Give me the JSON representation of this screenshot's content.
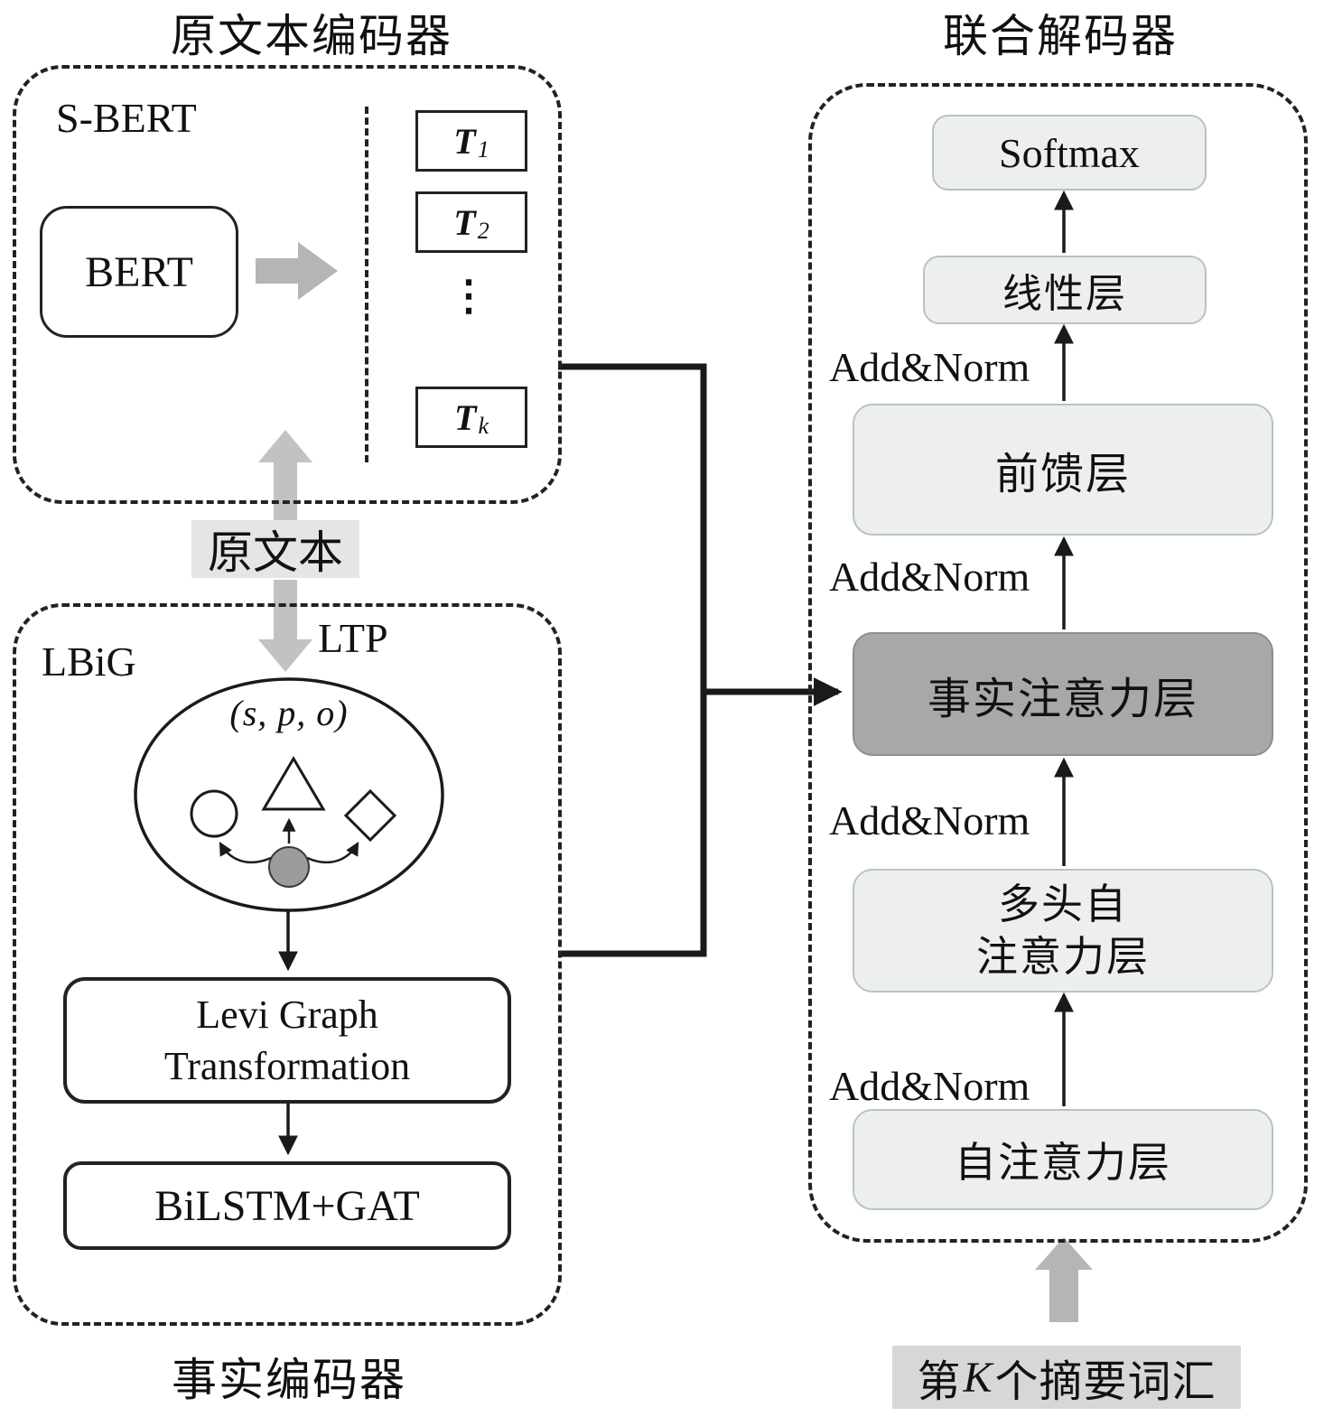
{
  "titles": {
    "source_encoder": "原文本编码器",
    "joint_decoder": "联合解码器",
    "fact_encoder": "事实编码器"
  },
  "source_encoder": {
    "sbert": "S-BERT",
    "bert": "BERT",
    "tokens": [
      {
        "base": "T",
        "sub": "1"
      },
      {
        "base": "T",
        "sub": "2"
      },
      {
        "base": "T",
        "sub": "k"
      }
    ],
    "dots": "⋮"
  },
  "middle": {
    "original_text": "原文本",
    "ltp": "LTP"
  },
  "fact_encoder": {
    "lbig": "LBiG",
    "triple": "(s, p, o)",
    "levi_line1": "Levi Graph",
    "levi_line2": "Transformation",
    "bilstm": "BiLSTM+GAT"
  },
  "decoder": {
    "softmax": "Softmax",
    "linear_layer": "线性层",
    "feed_forward_layer": "前馈层",
    "fact_attention_layer": "事实注意力层",
    "multi_head_line1": "多头自",
    "multi_head_line2": "注意力层",
    "self_attention_layer": "自注意力层",
    "add_norm": "Add&Norm",
    "input_prefix": "第",
    "input_k": "K",
    "input_suffix": "个摘要词汇"
  },
  "colors": {
    "light_layer_fill": "#ecefec",
    "dark_layer_fill": "#a8a8a8",
    "gray_arrow": "#b5b5b5",
    "label_bg": "#e5e5e5",
    "input_label_bg": "#d7d7d7",
    "line": "#1a1a1a"
  }
}
